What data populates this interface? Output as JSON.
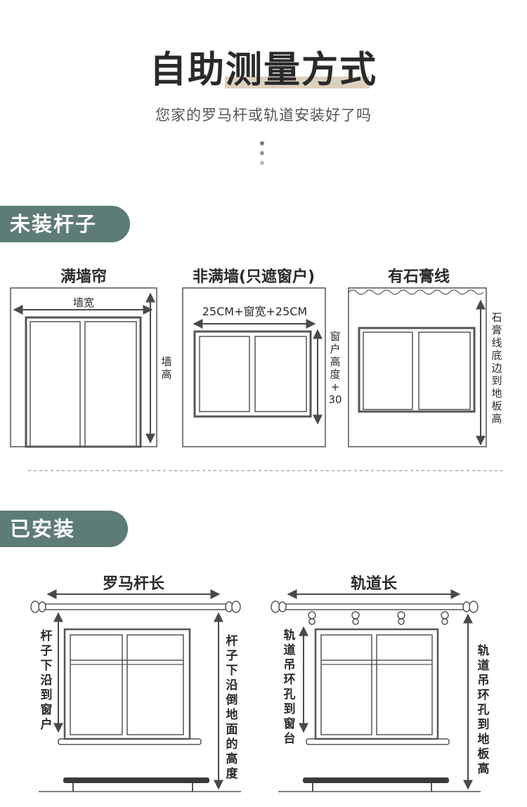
{
  "header": {
    "title": "自助测量方式",
    "subtitle": "您家的罗马杆或轨道安装好了吗"
  },
  "section_uninstalled": {
    "badge": "未装杆子",
    "items": [
      {
        "label": "满墙帘",
        "width_text": "墙宽",
        "height_text": "墙高"
      },
      {
        "label": "非满墙(只遮窗户)",
        "width_text": "25CM+窗宽+25CM",
        "height_text": "窗户高度+30"
      },
      {
        "label": "有石膏线",
        "height_text": "石膏线底边到地板高"
      }
    ]
  },
  "section_installed": {
    "badge": "已安装",
    "items": [
      {
        "label": "罗马杆长",
        "left_text": "杆子下沿到窗户",
        "right_text": "杆子下沿倒地面的高度"
      },
      {
        "label": "轨道长",
        "left_text": "轨道吊环孔到窗台",
        "right_text": "轨道吊环孔到地板高"
      }
    ]
  },
  "colors": {
    "accent": "#5e7c77",
    "title_underline": "#ddd0bc",
    "line": "#4a4a4a"
  }
}
